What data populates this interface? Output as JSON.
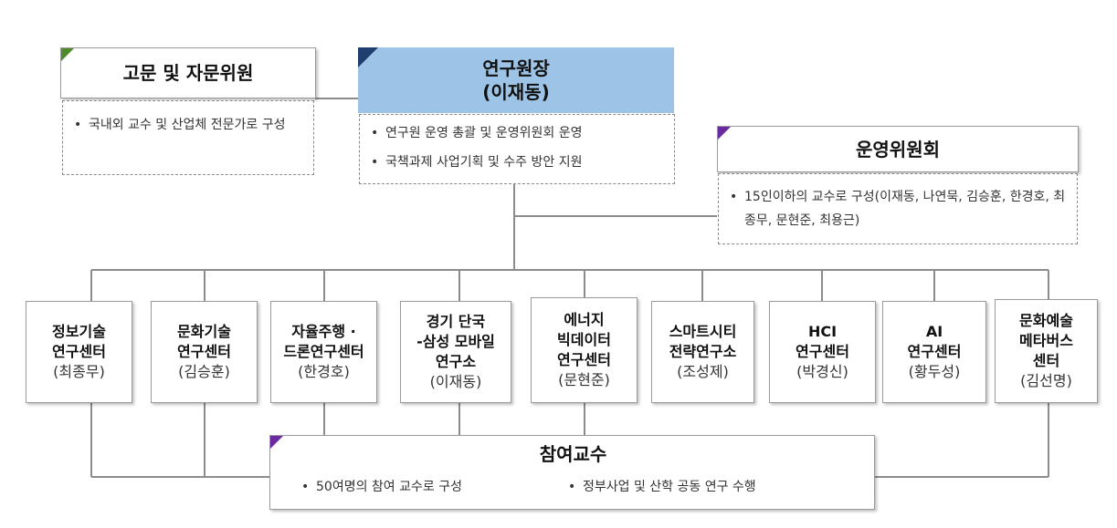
{
  "advisory": {
    "title": "고문 및 자문위원",
    "bullets": [
      "국내외 교수 및 산업체 전문가로 구성"
    ],
    "corner_color": "#4e8a2e"
  },
  "director": {
    "title_line1": "연구원장",
    "title_line2": "(이재동)",
    "bullets": [
      "연구원 운영 총괄 및 운영위원회 운영",
      "국책과제 사업기획 및 수주 방안 지원"
    ],
    "fill_color": "#9dc3e6",
    "corner_color": "#1f3f6e"
  },
  "committee": {
    "title": "운영위원회",
    "bullets": [
      "15인이하의 교수로 구성(이재동, 나연묵, 김승훈, 한경호, 최종무, 문현준, 최용근)"
    ],
    "corner_color": "#6a2aa0"
  },
  "units": [
    {
      "name": [
        "정보기술",
        "연구센터"
      ],
      "lead": "(최종무)"
    },
    {
      "name": [
        "문화기술",
        "연구센터"
      ],
      "lead": "(김승훈)"
    },
    {
      "name": [
        "자율주행 ·",
        "드론연구센터"
      ],
      "lead": "(한경호)"
    },
    {
      "name": [
        "경기 단국",
        "-삼성 모바일",
        "연구소"
      ],
      "lead": "(이재동)"
    },
    {
      "name": [
        "에너지",
        "빅데이터",
        "연구센터"
      ],
      "lead": "(문현준)"
    },
    {
      "name": [
        "스마트시티",
        "전략연구소"
      ],
      "lead": "(조성제)"
    },
    {
      "name": [
        "HCI",
        "연구센터"
      ],
      "lead": "(박경신)"
    },
    {
      "name": [
        "AI",
        "연구센터"
      ],
      "lead": "(황두성)"
    },
    {
      "name": [
        "문화예술",
        "메타버스",
        "센터"
      ],
      "lead": "(김선명)"
    }
  ],
  "participants": {
    "title": "참여교수",
    "bullets": [
      "50여명의 참여 교수로 구성",
      "정부사업 및 산학 공동 연구 수행"
    ],
    "corner_color": "#6a2aa0"
  }
}
